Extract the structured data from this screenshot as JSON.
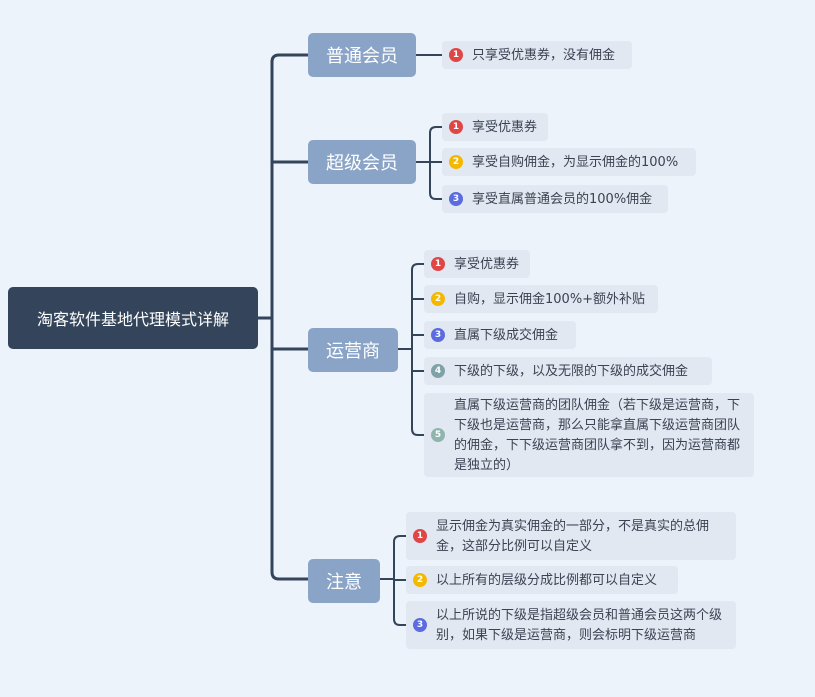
{
  "root": {
    "label": "淘客软件基地代理模式详解"
  },
  "branches": [
    {
      "label": "普通会员",
      "items": [
        {
          "badge": "1",
          "color": "#e04646",
          "text": "只享受优惠券，没有佣金"
        }
      ]
    },
    {
      "label": "超级会员",
      "items": [
        {
          "badge": "1",
          "color": "#e04646",
          "text": "享受优惠券"
        },
        {
          "badge": "2",
          "color": "#f5b800",
          "text": "享受自购佣金，为显示佣金的100%"
        },
        {
          "badge": "3",
          "color": "#5b6be0",
          "text": "享受直属普通会员的100%佣金"
        }
      ]
    },
    {
      "label": "运营商",
      "items": [
        {
          "badge": "1",
          "color": "#e04646",
          "text": "享受优惠券"
        },
        {
          "badge": "2",
          "color": "#f5b800",
          "text": "自购，显示佣金100%+额外补贴"
        },
        {
          "badge": "3",
          "color": "#5b6be0",
          "text": "直属下级成交佣金"
        },
        {
          "badge": "4",
          "color": "#7fa1a8",
          "text": "下级的下级，以及无限的下级的成交佣金"
        },
        {
          "badge": "5",
          "color": "#8fb5ae",
          "text": "直属下级运营商的团队佣金（若下级是运营商，下下级也是运营商，那么只能拿直属下级运营商团队的佣金，下下级运营商团队拿不到，因为运营商都是独立的）"
        }
      ]
    },
    {
      "label": "注意",
      "items": [
        {
          "badge": "1",
          "color": "#e04646",
          "text": "显示佣金为真实佣金的一部分，不是真实的总佣金，这部分比例可以自定义"
        },
        {
          "badge": "2",
          "color": "#f5b800",
          "text": "以上所有的层级分成比例都可以自定义"
        },
        {
          "badge": "3",
          "color": "#5b6be0",
          "text": "以上所说的下级是指超级会员和普通会员这两个级别，如果下级是运营商，则会标明下级运营商"
        }
      ]
    }
  ]
}
